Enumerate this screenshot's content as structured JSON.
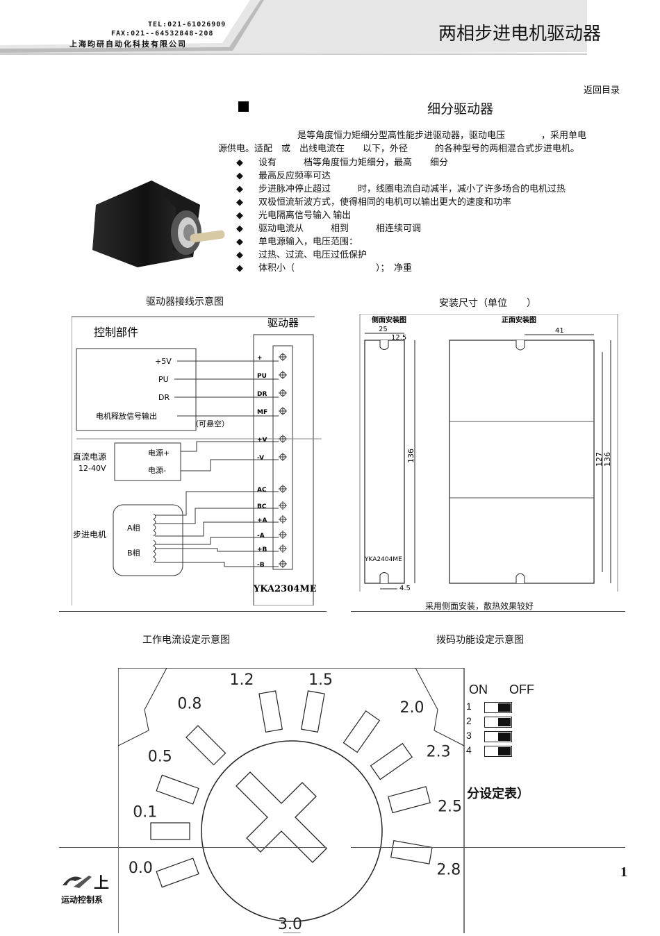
{
  "header": {
    "tel": "TEL:021-61026909",
    "fax": "FAX:021--64532848-208",
    "company": "上海昀研自动化科技有限公司",
    "doc_title": "两相步进电机驱动器"
  },
  "nav": {
    "back_label": "返回目录"
  },
  "section": {
    "title": "细分驱动器"
  },
  "intro": {
    "line1": "是等角度恒力矩细分型高性能步进驱动器，驱动电压　　　　，采用单电",
    "line2": "源供电。适配　或　出线电流在　　以下，外径　　　的各种型号的两相混合式步进电机。"
  },
  "features": [
    "设有　　　档等角度恒力矩细分，最高　　细分",
    "最高反应频率可达",
    "步进脉冲停止超过　　　时，线圈电流自动减半，减小了许多场合的电机过热",
    "双极恒流斩波方式，使得相同的电机可以输出更大的速度和功率",
    "光电隔离信号输入 输出",
    "驱动电流从　　　相到　　　相连续可调",
    "单电源输入，电压范围：",
    "过热、过流、电压过低保护",
    "体积小（　　　　　　　　　）；　净重"
  ],
  "captions": {
    "wiring": "驱动器接线示意图",
    "dimensions": "安装尺寸（单位　　）",
    "mount_note": "采用侧面安装，散热效果较好",
    "current": "工作电流设定示意图",
    "dip": "拨码功能设定示意图"
  },
  "wiring": {
    "control_title": "控制部件",
    "driver_title": "驱动器",
    "ctrl_labels": [
      "+5V",
      "PU",
      "DR",
      "电机释放信号输出"
    ],
    "optional": "（可悬空）",
    "power_title": "直流电源",
    "power_range": "12-40V",
    "power_labels": [
      "电源+",
      "电源-"
    ],
    "motor_title": "步进电机",
    "phase_labels": [
      "A相",
      "B相"
    ],
    "terminals": [
      "+",
      "PU",
      "DR",
      "MF",
      "+V",
      "-V",
      "AC",
      "BC",
      "+A",
      "-A",
      "+B",
      "-B"
    ],
    "model": "YKA2304ME"
  },
  "dimensions": {
    "side_title": "侧面安装图",
    "front_title": "正面安装图",
    "d25": "25",
    "d12_5": "12.5",
    "d41": "41",
    "d136_side": "136",
    "d127": "127",
    "d136_front": "136",
    "d4_5": "4.5",
    "model": "YKA2404ME"
  },
  "current_dial": {
    "labels": [
      "1.2",
      "1.5",
      "2.0",
      "2.3",
      "2.5",
      "2.8",
      "3.0",
      "0.0",
      "0.1",
      "0.5",
      "0.8"
    ]
  },
  "dip": {
    "on": "ON",
    "off": "OFF",
    "switches": [
      "1",
      "2",
      "3",
      "4"
    ],
    "table_fragment": "分设定表）"
  },
  "footer": {
    "page_number": "1",
    "logo_text": "上",
    "slogan": "运动控制系"
  }
}
